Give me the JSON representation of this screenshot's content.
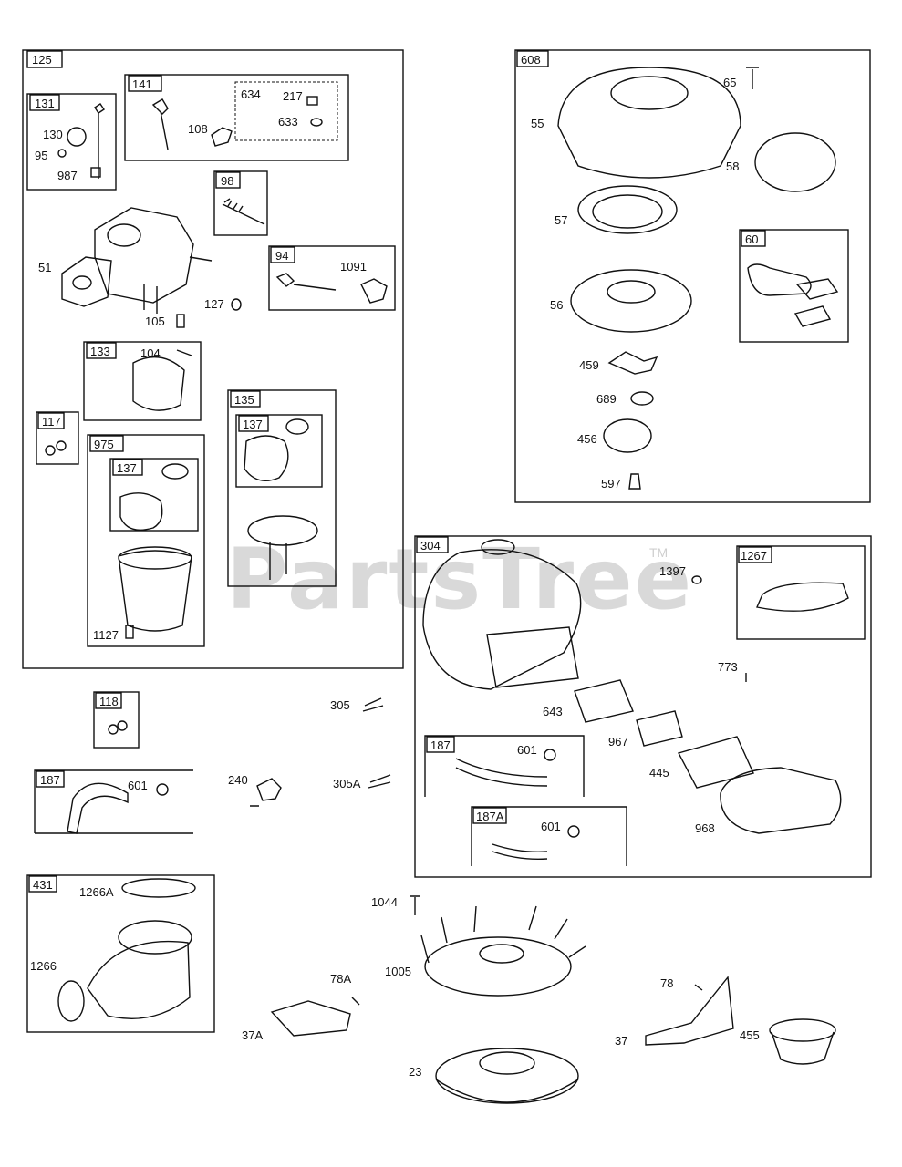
{
  "watermark": {
    "text": "PartsTree",
    "tm": "TM"
  },
  "groups": [
    {
      "id": "g125",
      "num": "125"
    },
    {
      "id": "g131",
      "num": "131"
    },
    {
      "id": "g141",
      "num": "141"
    },
    {
      "id": "g98",
      "num": "98"
    },
    {
      "id": "g94",
      "num": "94"
    },
    {
      "id": "g133",
      "num": "133"
    },
    {
      "id": "g117",
      "num": "117"
    },
    {
      "id": "g135",
      "num": "135"
    },
    {
      "id": "g137a",
      "num": "137"
    },
    {
      "id": "g975",
      "num": "975"
    },
    {
      "id": "g137b",
      "num": "137"
    },
    {
      "id": "g608",
      "num": "608"
    },
    {
      "id": "g60",
      "num": "60"
    },
    {
      "id": "g304",
      "num": "304"
    },
    {
      "id": "g1267",
      "num": "1267"
    },
    {
      "id": "g118",
      "num": "118"
    },
    {
      "id": "g187a",
      "num": "187"
    },
    {
      "id": "g187b",
      "num": "187"
    },
    {
      "id": "g187A",
      "num": "187A"
    },
    {
      "id": "g431",
      "num": "431"
    }
  ],
  "part_labels": [
    "130",
    "95",
    "987",
    "634",
    "217",
    "633",
    "108",
    "51",
    "105",
    "127",
    "1091",
    "104",
    "1127",
    "65",
    "55",
    "58",
    "57",
    "56",
    "459",
    "689",
    "456",
    "597",
    "1397",
    "773",
    "643",
    "967",
    "445",
    "968",
    "601",
    "601",
    "601",
    "305",
    "305A",
    "240",
    "1266A",
    "1266",
    "1044",
    "1005",
    "78A",
    "37A",
    "23",
    "78",
    "37",
    "455"
  ]
}
